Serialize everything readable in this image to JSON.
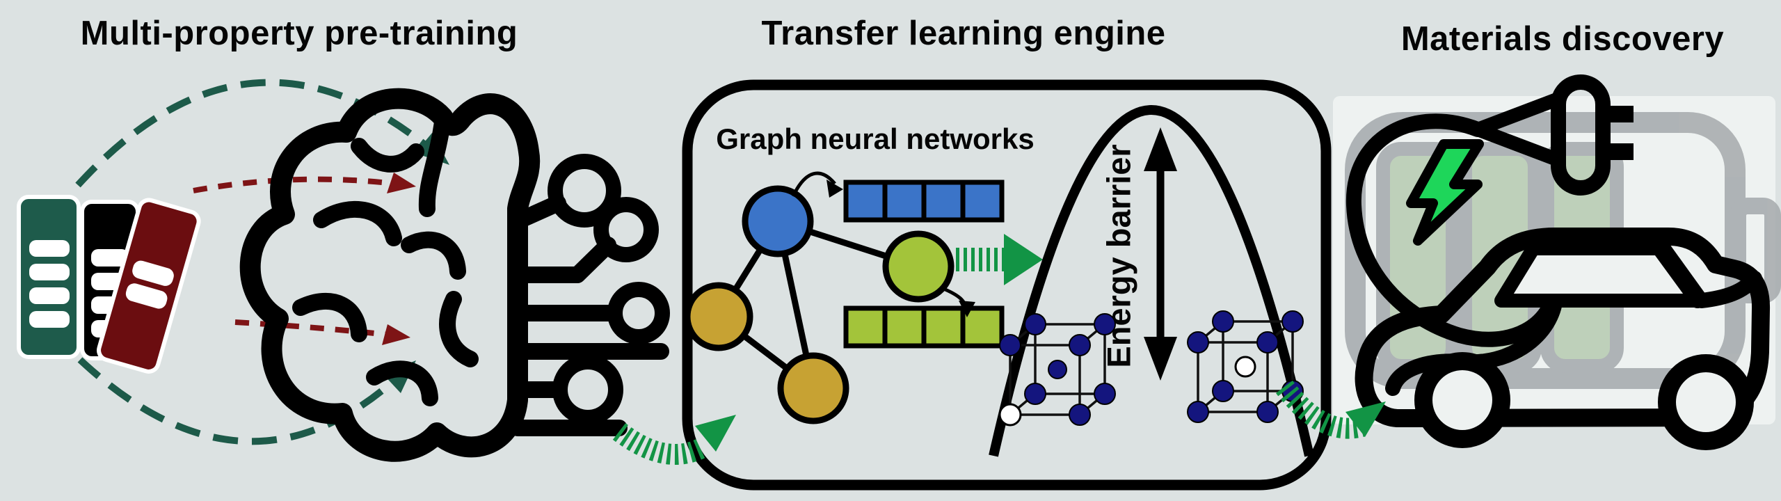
{
  "titles": {
    "pretraining": "Multi-property pre-training",
    "transfer": "Transfer learning engine",
    "discovery": "Materials discovery"
  },
  "transfer_box": {
    "gnn_label": "Graph neural networks",
    "energy_barrier_label": "Energy barrier"
  },
  "icons": {
    "pretraining": [
      "book-green-icon",
      "book-black-icon",
      "book-red-icon",
      "brain-circuit-icon",
      "green-dashed-arc-top",
      "red-dashed-arrow-top",
      "red-dashed-arrow-bottom",
      "green-dashed-arc-bottom"
    ],
    "transfer": [
      "graph-node-blue",
      "graph-node-gold-left",
      "graph-node-gold-bottom",
      "graph-node-green",
      "feature-vector-blue",
      "feature-vector-green",
      "embedding-arrow",
      "energy-barrier-curve",
      "energy-barrier-double-arrow",
      "crystal-structure-initial",
      "crystal-structure-final"
    ],
    "discovery": [
      "battery-icon",
      "battery-cells",
      "plug-icon",
      "lightning-bolt-icon",
      "car-icon"
    ],
    "flow": [
      "flow-arrow-into-transfer",
      "flow-arrow-into-discovery"
    ]
  },
  "colors": {
    "background": "#dce2e2",
    "panel": "#eef2f1",
    "book_green": "#1e5b4b",
    "book_red": "#6b0d10",
    "dash_green": "#1d5a49",
    "dash_red": "#7e1416",
    "node_blue": "#3b74c8",
    "node_gold": "#c7a233",
    "node_green": "#a3c43a",
    "flow_green": "#129445",
    "atom_navy": "#14157e",
    "bolt_green": "#1ed65a",
    "battery_gray": "#a4a9ac",
    "cell_green": "#b6cbb1",
    "ink": "#000000"
  }
}
